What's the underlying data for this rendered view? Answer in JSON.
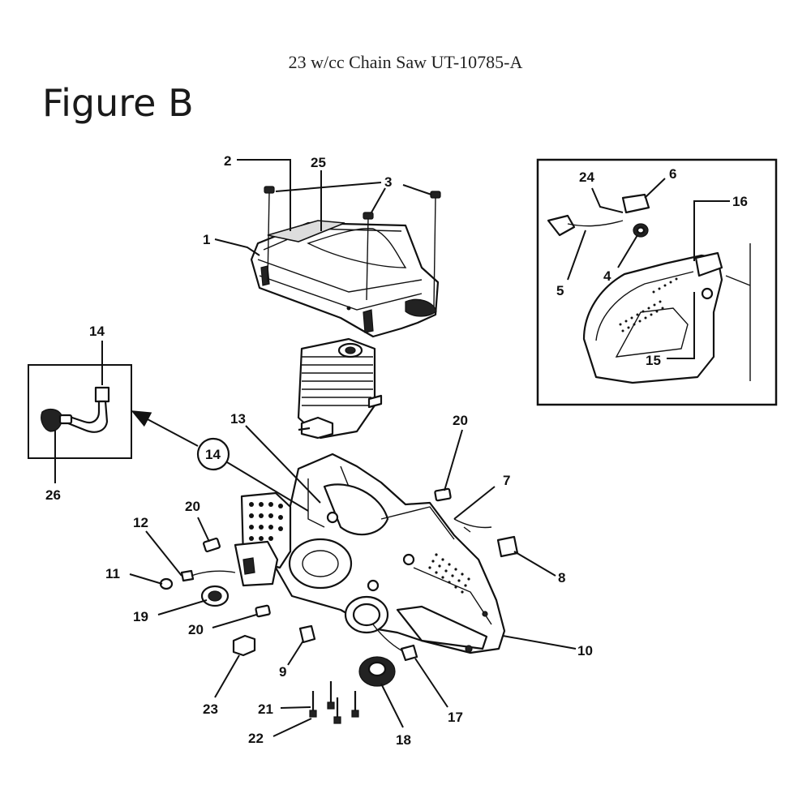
{
  "header": {
    "title": "23 w/cc Chain Saw UT-10785-A"
  },
  "figure": {
    "label": "Figure B"
  },
  "callouts": {
    "c1": "1",
    "c2": "2",
    "c3": "3",
    "c4": "4",
    "c5": "5",
    "c6": "6",
    "c7": "7",
    "c8": "8",
    "c9": "9",
    "c10": "10",
    "c11": "11",
    "c12": "12",
    "c13": "13",
    "c14_circle": "14",
    "c14_inset": "14",
    "c15": "15",
    "c16": "16",
    "c17": "17",
    "c18": "18",
    "c19": "19",
    "c20_a": "20",
    "c20_b": "20",
    "c20_c": "20",
    "c21": "21",
    "c22": "22",
    "c23": "23",
    "c24": "24",
    "c25": "25",
    "c26": "26"
  }
}
